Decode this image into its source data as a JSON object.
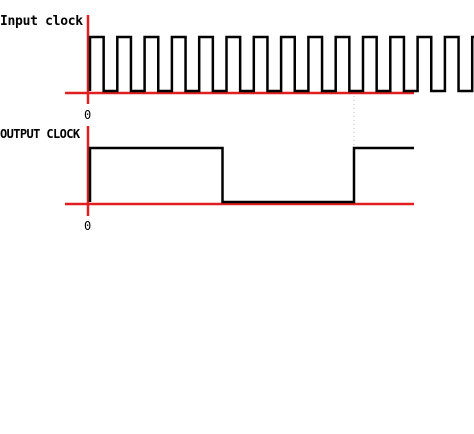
{
  "diagram": {
    "input_clock": {
      "label": "Input clock",
      "origin_label": "0",
      "cycles": 14,
      "level_sequence": "periodic square wave"
    },
    "output_clock": {
      "label": "OUTPUT CLOCK",
      "origin_label": "0",
      "levels": [
        "high",
        "low",
        "high"
      ],
      "transition_after_input_cycles": [
        5,
        10
      ]
    },
    "colors": {
      "axis": "#e02020",
      "signal": "#000000",
      "guide": "#bbbbbb"
    }
  }
}
